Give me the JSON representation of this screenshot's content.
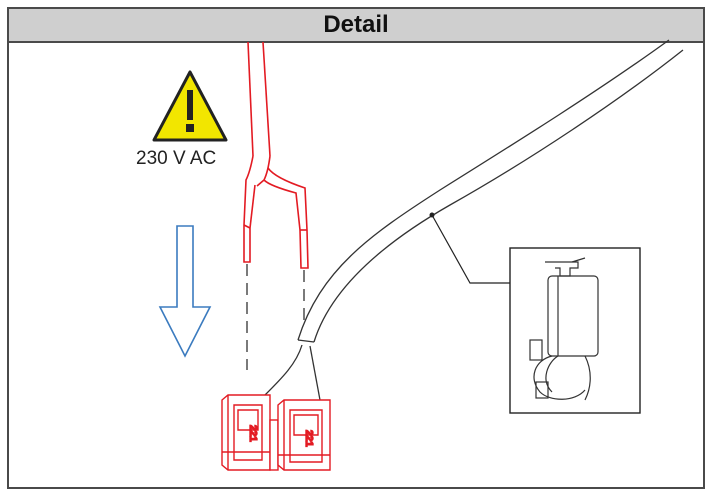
{
  "header": {
    "title": "Detail"
  },
  "warning": {
    "label": "230 V AC",
    "icon": "warning-triangle-icon",
    "color": "#f2e600"
  },
  "terminal_blocks": [
    {
      "label": "221"
    },
    {
      "label": "221"
    }
  ],
  "colors": {
    "live_wire": "#e31b23",
    "arrow": "#3b7bbf",
    "line": "#333333",
    "header_bg": "#cfcfcf"
  }
}
